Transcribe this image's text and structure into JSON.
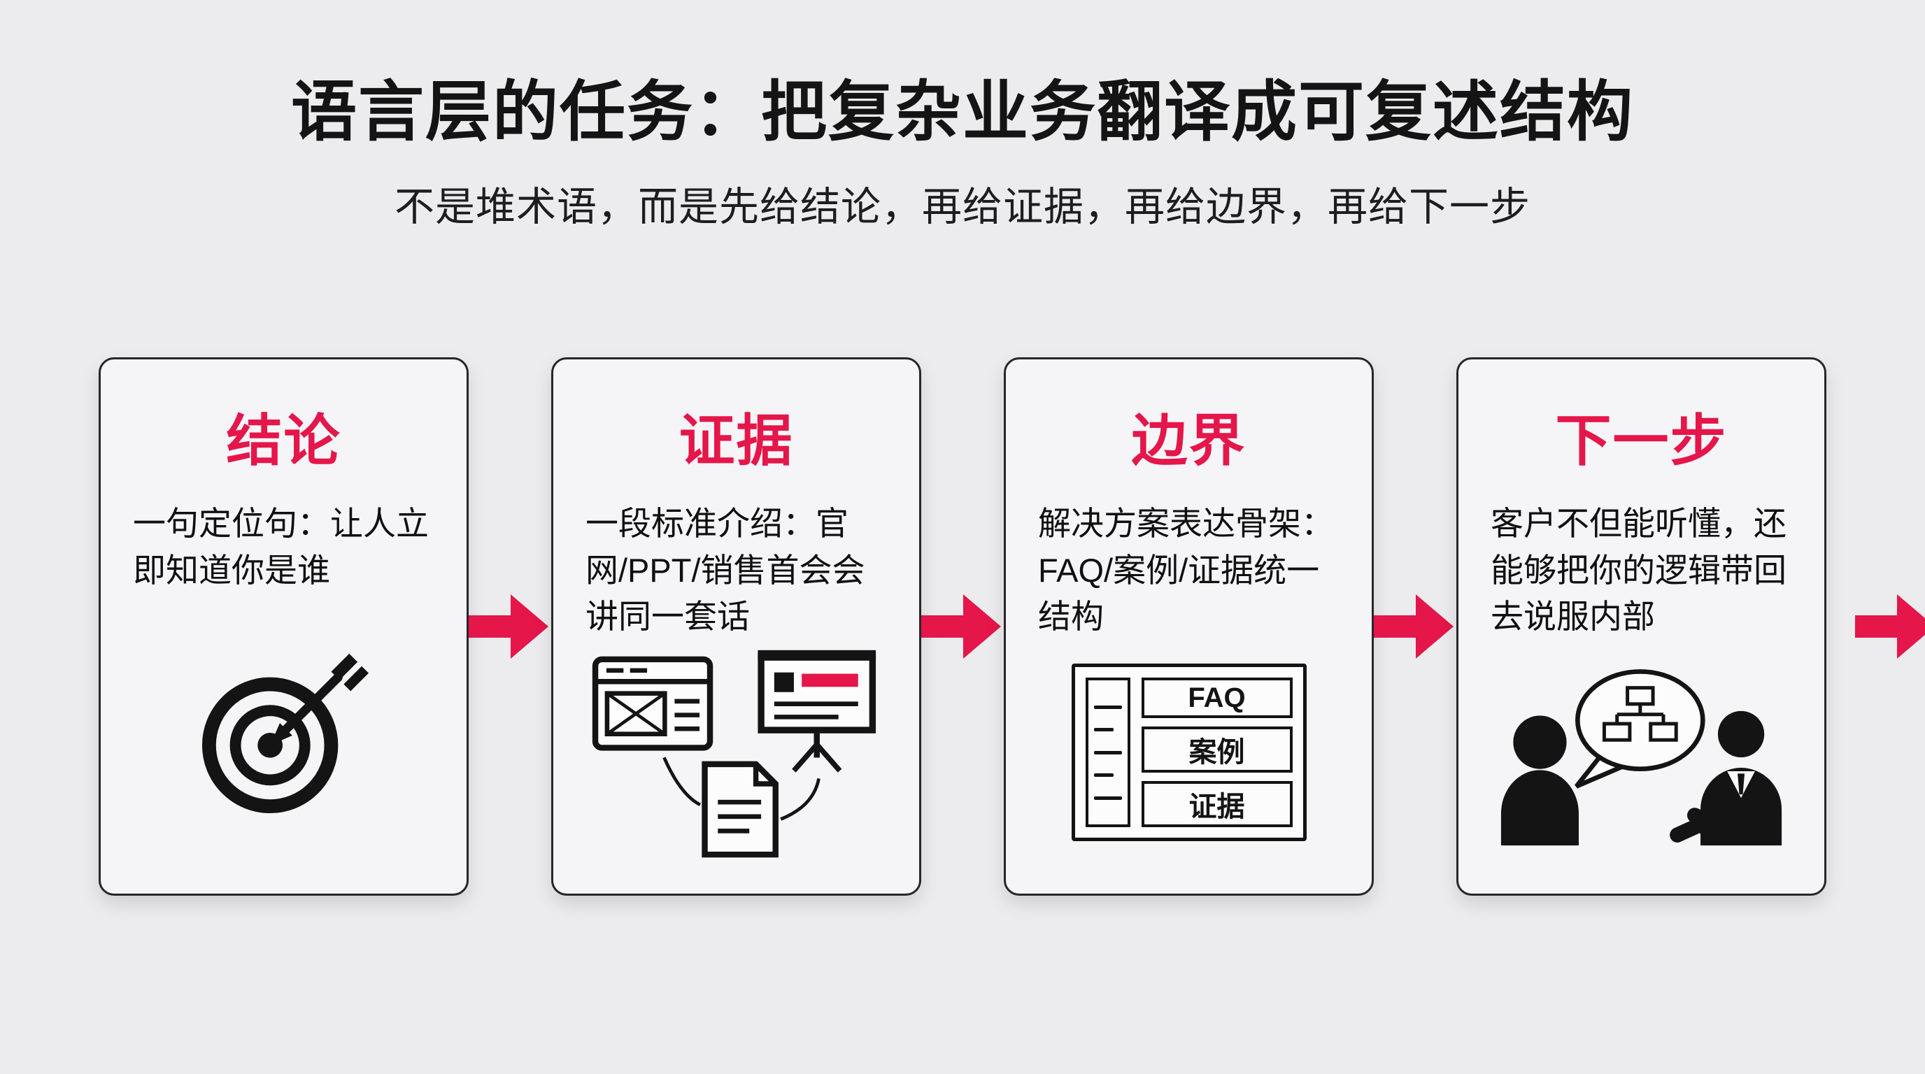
{
  "page": {
    "title": "语言层的任务：把复杂业务翻译成可复述结构",
    "subtitle": "不是堆术语，而是先给结论，再给证据，再给边界，再给下一步"
  },
  "colors": {
    "accent": "#e4164a",
    "ink": "#141414",
    "card_bg": "#f5f5f7",
    "page_bg": "#ececee"
  },
  "cards": [
    {
      "title": "结论",
      "body": "一句定位句：让人立即知道你是谁",
      "icon": "target-icon"
    },
    {
      "title": "证据",
      "body": "一段标准介绍：官网/PPT/销售首会会讲同一套话",
      "icon": "content-channels-icon"
    },
    {
      "title": "边界",
      "body": "解决方案表达骨架：FAQ/案例/证据统一结构",
      "icon": "framework-icon",
      "framework": [
        "FAQ",
        "案例",
        "证据"
      ]
    },
    {
      "title": "下一步",
      "body": "客户不但能听懂，还能够把你的逻辑带回去说服内部",
      "icon": "client-persuasion-icon"
    }
  ]
}
